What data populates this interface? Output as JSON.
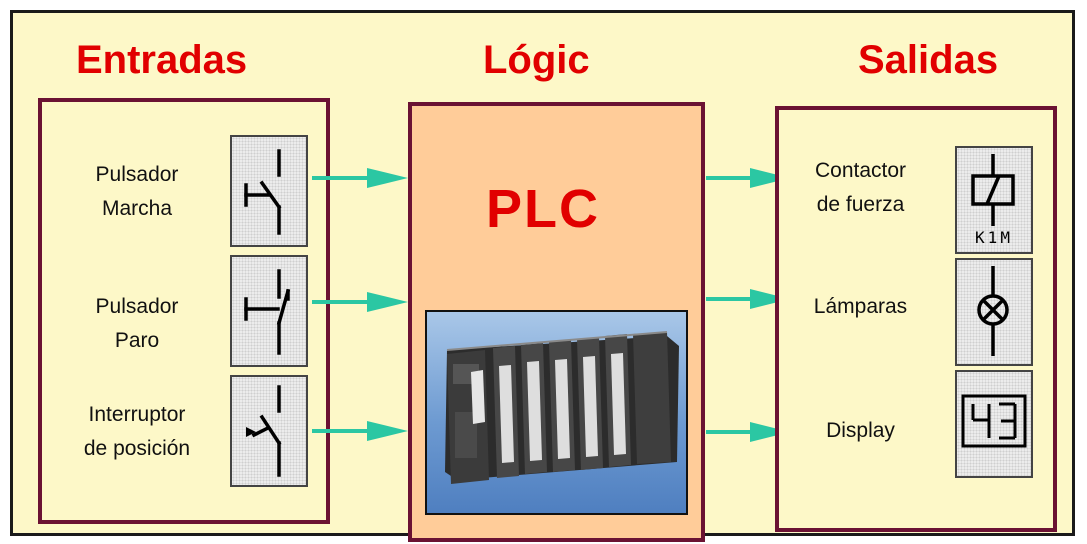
{
  "headers": {
    "inputs": "Entradas",
    "logic": "Lógic",
    "outputs": "Salidas"
  },
  "inputs": [
    {
      "line1": "Pulsador",
      "line2": "Marcha",
      "icon": "normally-open-pushbutton-icon"
    },
    {
      "line1": "Pulsador",
      "line2": "Paro",
      "icon": "normally-closed-pushbutton-icon"
    },
    {
      "line1": "Interruptor",
      "line2": "de posición",
      "icon": "position-switch-icon"
    }
  ],
  "logic": {
    "title": "PLC",
    "image": "plc-rack-photo"
  },
  "outputs": [
    {
      "line1": "Contactor",
      "line2": "de fuerza",
      "icon": "contactor-coil-icon",
      "icon_label": "K1M"
    },
    {
      "line1": "Lámparas",
      "icon": "lamp-icon"
    },
    {
      "line1": "Display",
      "icon": "seven-segment-display-icon",
      "icon_label": "43"
    }
  ],
  "colors": {
    "background": "#fdf8c8",
    "heading": "#e10000",
    "box_border": "#6b1233",
    "logic_fill": "#ffcc99",
    "arrow": "#2bc7a3"
  }
}
